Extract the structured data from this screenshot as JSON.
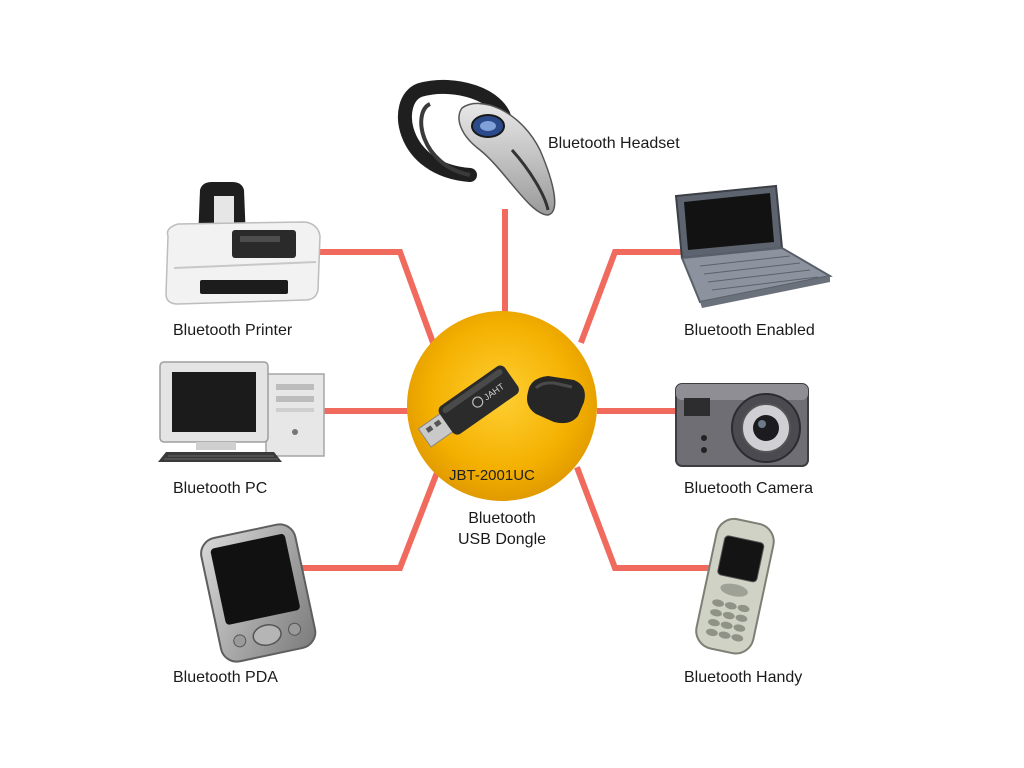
{
  "center": {
    "model": "JBT-2001UC",
    "title_line1": "Bluetooth",
    "title_line2": "USB Dongle",
    "dongle_brand": "JAHT"
  },
  "devices": {
    "headset": "Bluetooth Headset",
    "printer": "Bluetooth Printer",
    "enabled": "Bluetooth Enabled",
    "pc": "Bluetooth PC",
    "camera": "Bluetooth Camera",
    "pda": "Bluetooth PDA",
    "handy": "Bluetooth Handy"
  },
  "colors": {
    "connector": "#f06a5e",
    "hub": "#f7b500",
    "background": "#ffffff"
  }
}
